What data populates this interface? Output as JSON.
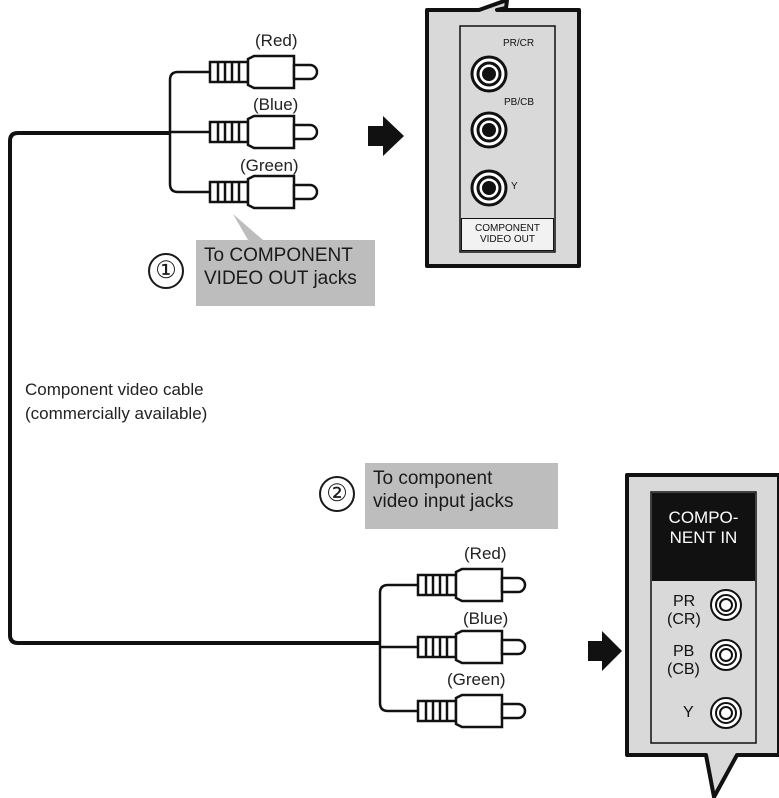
{
  "plugs_top": {
    "red": "(Red)",
    "blue": "(Blue)",
    "green": "(Green)"
  },
  "plugs_bottom": {
    "red": "(Red)",
    "blue": "(Blue)",
    "green": "(Green)"
  },
  "callout1": {
    "number": "①",
    "line1": "To COMPONENT",
    "line2": "VIDEO OUT jacks"
  },
  "callout2": {
    "number": "②",
    "line1": "To component",
    "line2": "video input jacks"
  },
  "cable_label": {
    "line1": "Component video cable",
    "line2": "(commercially available)"
  },
  "source_panel": {
    "jack_pr": "PR/CR",
    "jack_pb": "PB/CB",
    "jack_y": "Y",
    "box_line1": "COMPONENT",
    "box_line2": "VIDEO OUT"
  },
  "tv_panel": {
    "title_line1": "COMPO-",
    "title_line2": "NENT IN",
    "pr_line1": "PR",
    "pr_line2": "(CR)",
    "pb_line1": "PB",
    "pb_line2": "(CB)",
    "y": "Y"
  },
  "colors": {
    "panel_fill": "#d9d9d9",
    "callout_fill": "#bdbdbd",
    "outline": "#111111"
  }
}
